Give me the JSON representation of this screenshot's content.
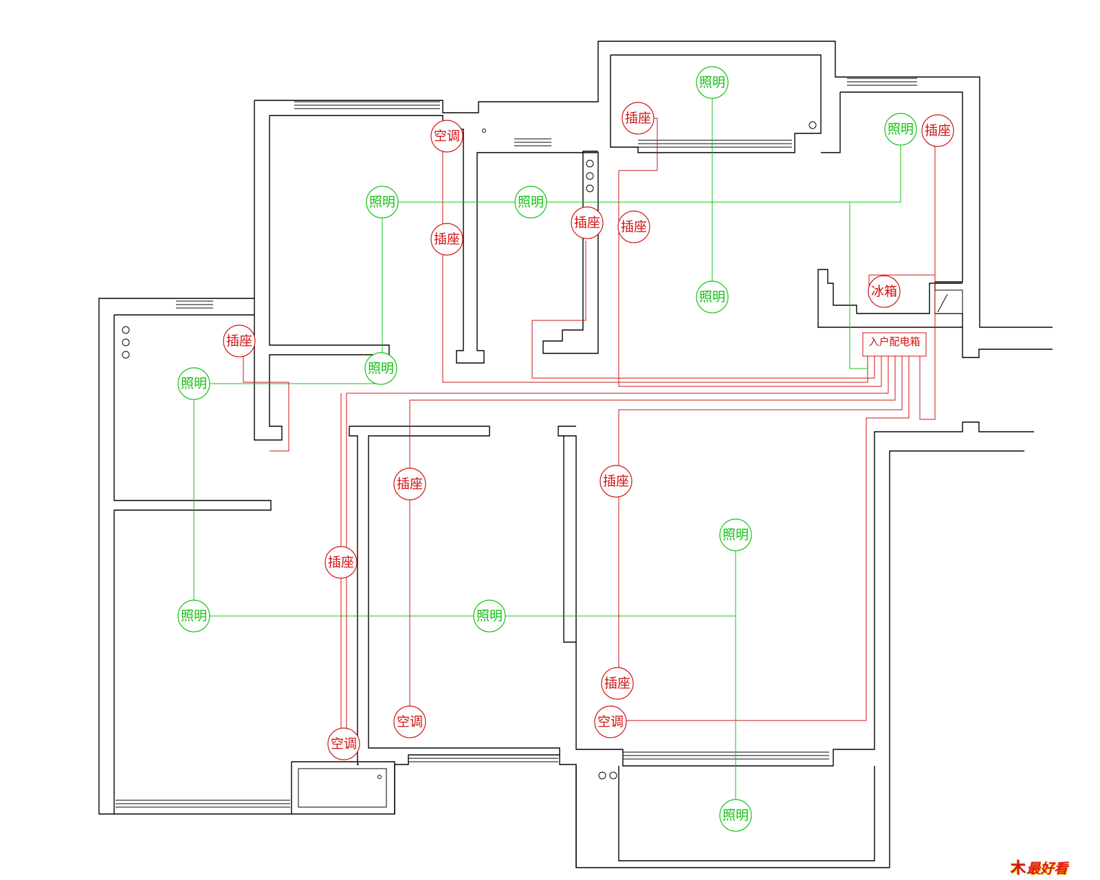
{
  "legend_colors": {
    "lighting": "#10c010",
    "socket": "#d01010",
    "wall": "#000000"
  },
  "symbols": {
    "lighting": "照明",
    "socket": "插座",
    "aircon": "空调",
    "fridge": "冰箱"
  },
  "panel": {
    "label": "入户配电箱"
  },
  "watermark": {
    "brand": "最好看",
    "mark": "木"
  }
}
